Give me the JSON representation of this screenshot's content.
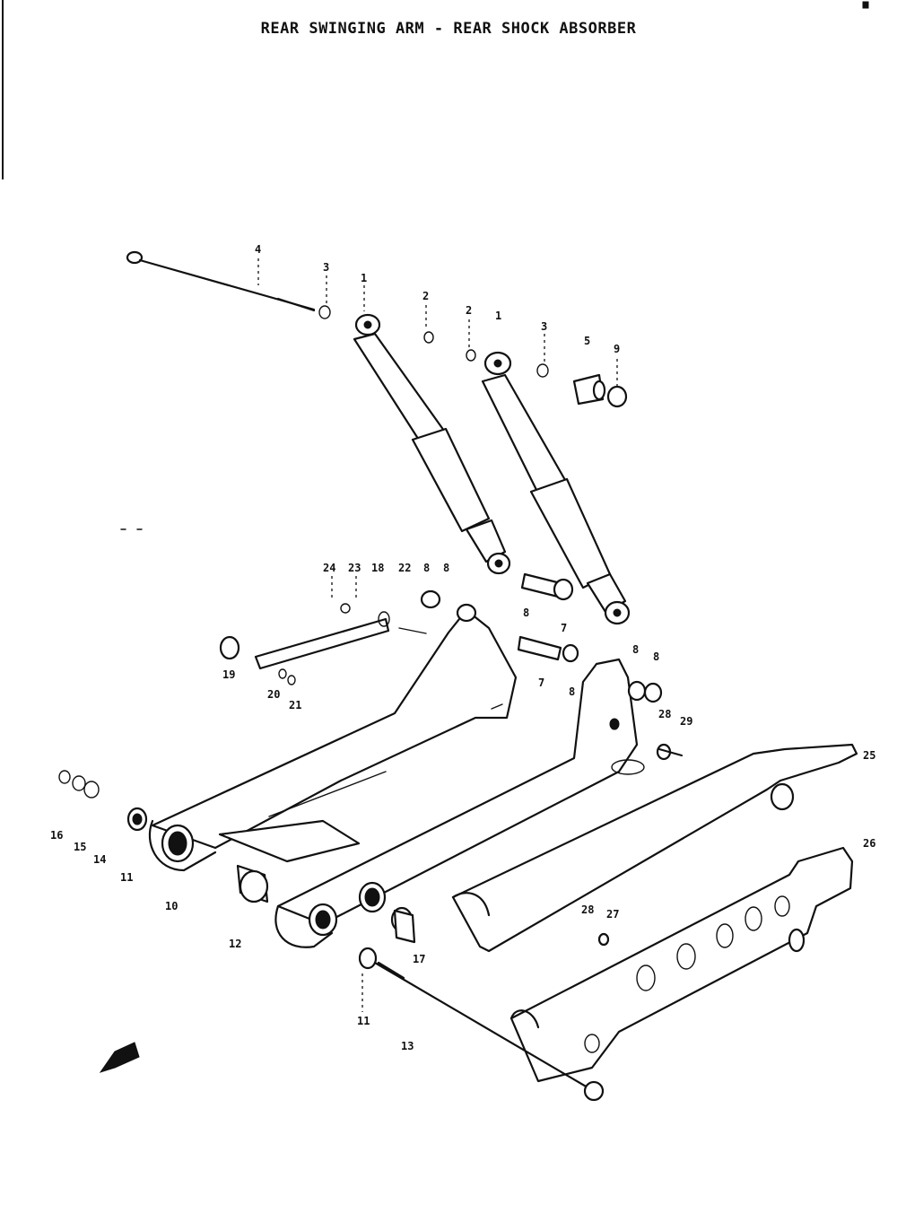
{
  "title": "REAR SWINGING ARM - REAR SHOCK ABSORBER",
  "callouts": [
    {
      "id": "c4",
      "label": "4"
    },
    {
      "id": "c3a",
      "label": "3"
    },
    {
      "id": "c1a",
      "label": "1"
    },
    {
      "id": "c2a",
      "label": "2"
    },
    {
      "id": "c2b",
      "label": "2"
    },
    {
      "id": "c1b",
      "label": "1"
    },
    {
      "id": "c3b",
      "label": "3"
    },
    {
      "id": "c5",
      "label": "5"
    },
    {
      "id": "c9",
      "label": "9"
    },
    {
      "id": "c24",
      "label": "24"
    },
    {
      "id": "c23",
      "label": "23"
    },
    {
      "id": "c18",
      "label": "18"
    },
    {
      "id": "c22",
      "label": "22"
    },
    {
      "id": "c8a",
      "label": "8"
    },
    {
      "id": "c8b",
      "label": "8"
    },
    {
      "id": "c8c",
      "label": "8"
    },
    {
      "id": "c7a",
      "label": "7"
    },
    {
      "id": "c19",
      "label": "19"
    },
    {
      "id": "c20a",
      "label": "20"
    },
    {
      "id": "c21",
      "label": "21"
    },
    {
      "id": "c7b",
      "label": "7"
    },
    {
      "id": "c8d",
      "label": "8"
    },
    {
      "id": "c8e",
      "label": "8"
    },
    {
      "id": "c8f",
      "label": "8"
    },
    {
      "id": "c28a",
      "label": "28"
    },
    {
      "id": "c29",
      "label": "29"
    },
    {
      "id": "c25",
      "label": "25"
    },
    {
      "id": "c16",
      "label": "16"
    },
    {
      "id": "c15",
      "label": "15"
    },
    {
      "id": "c14",
      "label": "14"
    },
    {
      "id": "c11a",
      "label": "11"
    },
    {
      "id": "c10",
      "label": "10"
    },
    {
      "id": "c26",
      "label": "26"
    },
    {
      "id": "c12",
      "label": "12"
    },
    {
      "id": "c28b",
      "label": "28"
    },
    {
      "id": "c27",
      "label": "27"
    },
    {
      "id": "c17",
      "label": "17"
    },
    {
      "id": "c11b",
      "label": "11"
    },
    {
      "id": "c13",
      "label": "13"
    }
  ]
}
